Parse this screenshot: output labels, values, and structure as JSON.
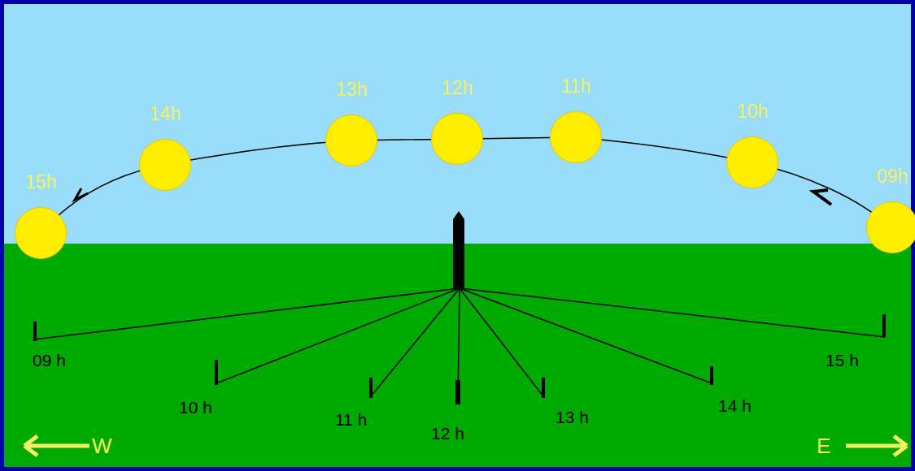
{
  "diagram": {
    "nodes": [
      {
        "text": [
          "15h"
        ]
      },
      {
        "text": [
          "14h"
        ]
      },
      {
        "text": [
          "13h"
        ]
      },
      {
        "text": [
          "12h"
        ]
      },
      {
        "text": [
          "11h"
        ]
      },
      {
        "text": [
          "10h"
        ]
      },
      {
        "text": [
          "09h"
        ]
      }
    ],
    "labels": [
      "09 h",
      "10  h",
      "11  h",
      "12 h",
      "13  h",
      "14 h",
      "15 h",
      "W",
      "E"
    ]
  }
}
